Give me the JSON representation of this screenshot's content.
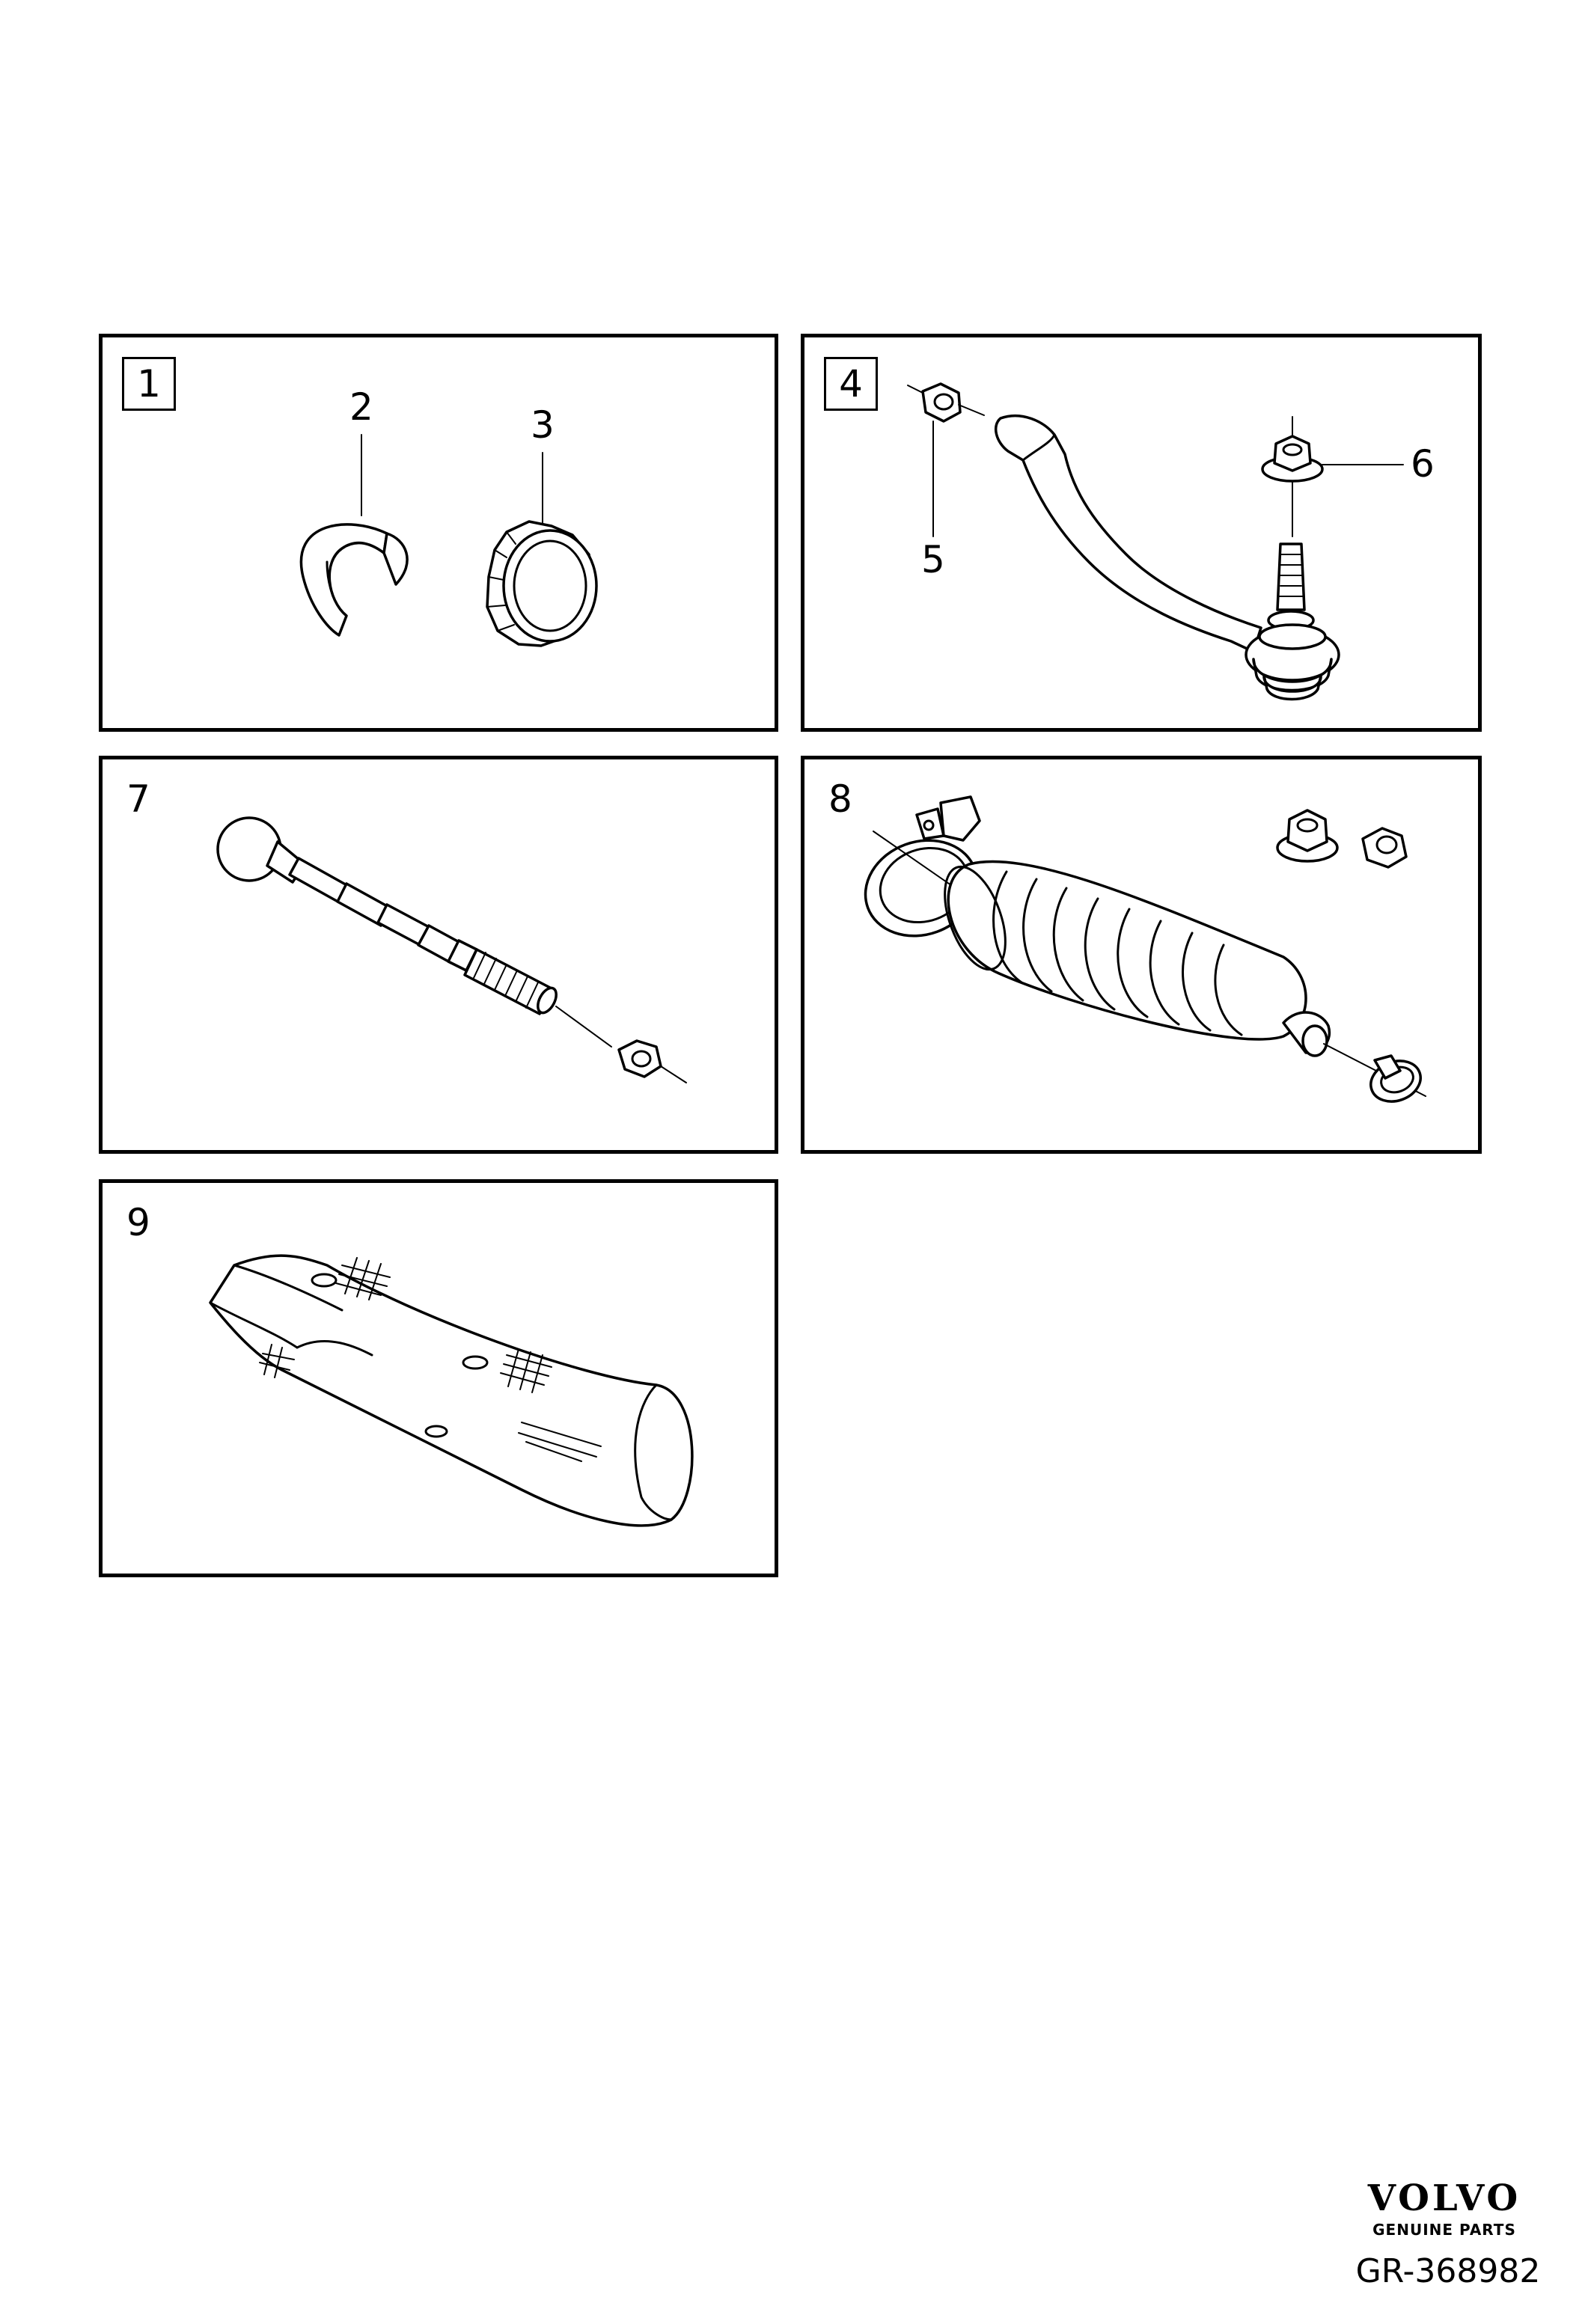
{
  "panels": [
    {
      "id": "p1",
      "main_label": "1",
      "parts": [
        "2",
        "3"
      ]
    },
    {
      "id": "p4",
      "main_label": "4",
      "parts": [
        "5",
        "6"
      ]
    },
    {
      "id": "p7",
      "main_label": "7"
    },
    {
      "id": "p8",
      "main_label": "8"
    },
    {
      "id": "p9",
      "main_label": "9"
    }
  ],
  "labels": {
    "n1": "1",
    "n2": "2",
    "n3": "3",
    "n4": "4",
    "n5": "5",
    "n6": "6",
    "n7": "7",
    "n8": "8",
    "n9": "9"
  },
  "brand": {
    "name": "VOLVO",
    "tagline": "GENUINE PARTS"
  },
  "reference": "GR-368982"
}
